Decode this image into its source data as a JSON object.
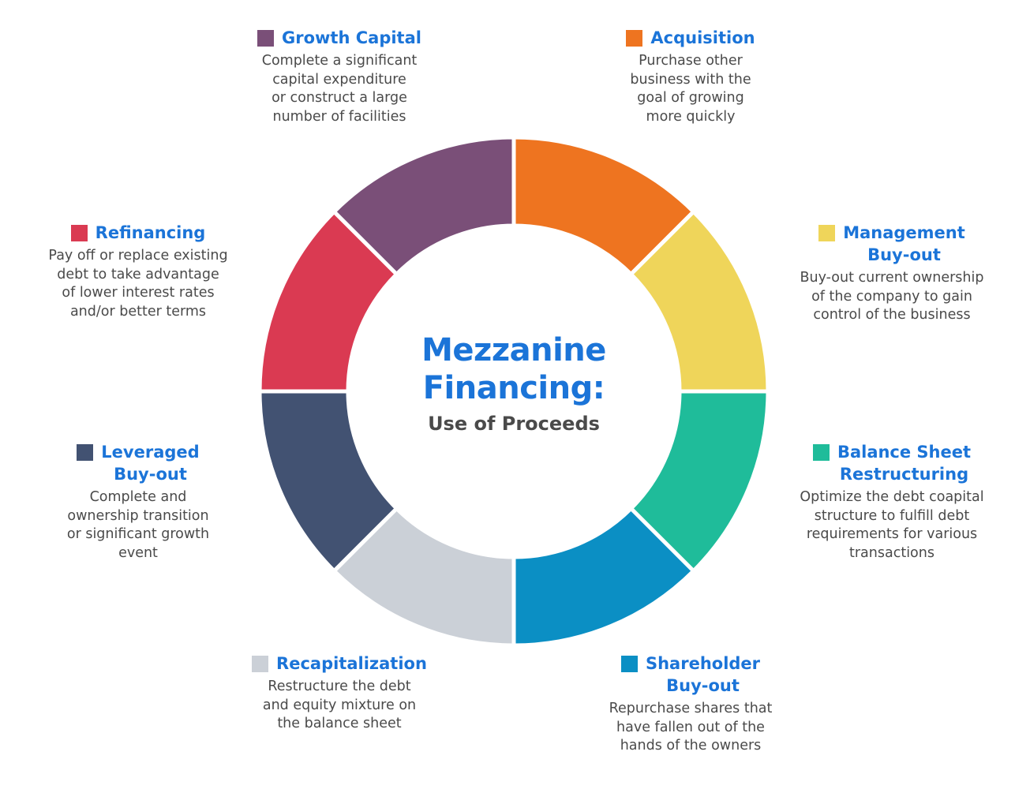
{
  "center": {
    "title_line1": "Mezzanine",
    "title_line2": "Financing:",
    "subtitle": "Use of Proceeds"
  },
  "colors": {
    "title_blue": "#1b74d8",
    "body_text": "#4a4a4a",
    "growth_capital": "#7a4f78",
    "acquisition": "#ee7420",
    "management_buyout": "#efd55a",
    "balance_sheet_restructuring": "#1fbc9a",
    "shareholder_buyout": "#0b8fc4",
    "recapitalization": "#cbd0d7",
    "leveraged_buyout": "#425272",
    "refinancing": "#da3a52"
  },
  "items": [
    {
      "key": "growth_capital",
      "title": "Growth Capital",
      "color": "#7a4f78",
      "description": "Complete a significant\ncapital expenditure\nor construct a large\nnumber of facilities"
    },
    {
      "key": "acquisition",
      "title": "Acquisition",
      "color": "#ee7420",
      "description": "Purchase other\nbusiness with the\ngoal of growing\nmore quickly"
    },
    {
      "key": "management_buyout",
      "title": "Management\nBuy-out",
      "color": "#efd55a",
      "description": "Buy-out current ownership\nof the company to gain\ncontrol of the business"
    },
    {
      "key": "balance_sheet_restructuring",
      "title": "Balance Sheet\nRestructuring",
      "color": "#1fbc9a",
      "description": "Optimize the debt coapital\nstructure to fulfill debt\nrequirements for various\ntransactions"
    },
    {
      "key": "shareholder_buyout",
      "title": "Shareholder\nBuy-out",
      "color": "#0b8fc4",
      "description": "Repurchase shares that\nhave fallen out of the\nhands of the owners"
    },
    {
      "key": "recapitalization",
      "title": "Recapitalization",
      "color": "#cbd0d7",
      "description": "Restructure the debt\nand equity mixture on\nthe balance sheet"
    },
    {
      "key": "leveraged_buyout",
      "title": "Leveraged\nBuy-out",
      "color": "#425272",
      "description": "Complete and\nownership transition\nor significant growth\nevent"
    },
    {
      "key": "refinancing",
      "title": "Refinancing",
      "color": "#da3a52",
      "description": "Pay off or replace existing\ndebt to take advantage\nof lower interest rates\nand/or better terms"
    }
  ],
  "ring": {
    "segments_clockwise_from_top": [
      {
        "label": "Acquisition",
        "color": "#ee7420"
      },
      {
        "label": "Management Buy-out",
        "color": "#efd55a"
      },
      {
        "label": "Balance Sheet Restructuring",
        "color": "#1fbc9a"
      },
      {
        "label": "Shareholder Buy-out",
        "color": "#0b8fc4"
      },
      {
        "label": "Recapitalization",
        "color": "#cbd0d7"
      },
      {
        "label": "Leveraged Buy-out",
        "color": "#425272"
      },
      {
        "label": "Refinancing",
        "color": "#da3a52"
      },
      {
        "label": "Growth Capital",
        "color": "#7a4f78"
      }
    ]
  }
}
